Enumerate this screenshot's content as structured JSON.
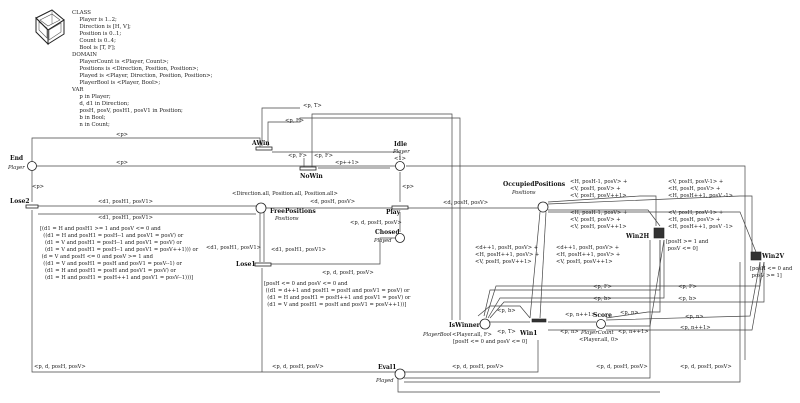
{
  "declarations": [
    "CLASS",
    "  Player is 1..2;",
    "  Direction is [H, V];",
    "  Position is 0..1;",
    "  Count is 0..4;",
    "  Bool is [T, F];",
    "DOMAIN",
    "  PlayerCount is <Player, Count>;",
    "  Positions is <Direction, Position, Position>;",
    "  Played is <Player, Direction, Position, Position>;",
    "  PlayerBool is <Player, Bool>;",
    "VAR",
    "  p in Player;",
    "  d, d1 in Direction;",
    "  posH, posV, posH1, posV1 in Position;",
    "  b in Bool;",
    "  n in Count;"
  ],
  "places": {
    "end": {
      "name": "End",
      "domain": "Player"
    },
    "idle": {
      "name": "Idle",
      "domain": "Player",
      "marking": "<1>"
    },
    "free": {
      "name": "FreePositions",
      "domain": "Positions",
      "marking": "<Direction.all, Position.all, Position.all>"
    },
    "chosed": {
      "name": "Chosed",
      "domain": "Played"
    },
    "occupied": {
      "name": "OccupiedPositions",
      "domain": "Positions"
    },
    "iswinner": {
      "name": "IsWinner",
      "domain": "PlayerBool",
      "marking": "<Player.all, F>"
    },
    "score": {
      "name": "Score",
      "domain": "PlayerCount",
      "marking": "<Player.all, 0>"
    },
    "eval": {
      "name": "Eval1",
      "domain": "Played"
    }
  },
  "transitions": {
    "awin": "AWin",
    "nowin": "NoWin",
    "lose2": "Lose2",
    "play": "Play",
    "lose1": "Lose1",
    "win1": "Win1",
    "win2h": "Win2H",
    "win2v": "Win2V"
  },
  "arc_labels": {
    "p1": "<p>",
    "pT": "<p, T>",
    "pF": "<p, F>",
    "pF2": "<p, F>",
    "pF3": "<p, F>",
    "pp1": "<p++1>",
    "p_end_nowin": "<p>",
    "p_end": "<p>",
    "p_idle_play": "<p>",
    "d1posH1posV1_a": "<d1, posH1, posV1>",
    "d1posH1posV1_b": "<d1, posH1, posV1>",
    "dposHposV_play": "<d, posH, posV>",
    "pdposHposV_play": "<p, d, posH, posV>",
    "d1posH1posV1_c": "<d1, posH1, posV1>",
    "d1posH1posV1_d": "<d1, posH1, posV1>",
    "pdposHposV_lose": "<p, d, posH, posV>",
    "occ_win2h_a": "<H, posH-1, posV> +",
    "occ_win2h_b": "<V, posH, posV> +",
    "occ_win2h_c": "<V, posH, posV++1>",
    "occ_win2v_a": "<V, posH, posV-1> +",
    "occ_win2v_b": "<H, posH, posV> +",
    "occ_win2v_c": "<H, posH++1, posV -1>",
    "occ_win2h2_a": "<H, posH-1, posV> +",
    "occ_win2h2_b": "<V, posH, posV> +",
    "occ_win2h2_c": "<V, posH, posV++1>",
    "occ_win2v2_a": "<V, posH, posV-1> +",
    "occ_win2v2_b": "<H, posH, posV> +",
    "occ_win2v2_c": "<H, posH++1, posV -1>",
    "occ_win1_a": "<d++1, posH, posV> +",
    "occ_win1_b": "<H, posH++1, posV> +",
    "occ_win1_c": "<V, posH, posV++1>",
    "occ_win1b_a": "<d++1, posH, posV> +",
    "occ_win1b_b": "<H, posH++1, posV> +",
    "occ_win1b_c": "<V, posH, posV++1>",
    "dposHposV_occ": "<d, posH, posV>",
    "pF_win2h": "<p, F>",
    "pb_win2h": "<p, b>",
    "pF_win2v": "<p, F>",
    "pb_win2v": "<p, b>",
    "pb_win1": "<p, b>",
    "pT_win1": "<p, T>",
    "pn1": "<p, n++1>",
    "pn": "<p, n>",
    "pn_a": "<p, n>",
    "pn1_a": "<p, n++1>",
    "pn_b": "<p, n>",
    "pn1_b": "<p, n++1>",
    "pdposHposV_eval_l": "<p, d, posH, posV>",
    "pdposHposV_eval_r": "<p, d, posH, posV>",
    "pdposHposV_eval_r2": "<p, d, posH, posV>",
    "pdposHposV_eval_r3": "<p, d, posH, posV>"
  },
  "guards": {
    "lose2": [
      "[(d1 = H and posH1 >= 1 and posV <= 0 and",
      "  ((d1 = H and posH1 = posH--1 and posV1 = posV) or",
      "   (d1 = V and posH1 = posH--1 and posV1 = posV) or",
      "   (d1 = V and posH1 = posH--1 and posV1 = posV++1))) or",
      " (d = V and posH <= 0 and posV >= 1 and",
      "  ((d1 = V and posH1 = posH and posV1 = posV--1) or",
      "   (d1 = H and posH1 = posH and posV1 = posV) or",
      "   (d1 = H and posH1 = posH++1 and posV1 = posV--1)))]"
    ],
    "lose1": [
      "[posH <= 0 and posV <= 0 and",
      " ((d1 = d++1 and posH1 = posH and posV1 = posV) or",
      "  (d1 = H and posH1 = posH++1 and posV1 = posV) or",
      "  (d1 = V and posH1 = posH and posV1 = posV++1))]"
    ],
    "win1": "[posH <= 0 and posV <= 0]",
    "win2h": [
      "[posH >= 1 and",
      " posV <= 0]"
    ],
    "win2v": [
      "[posH <= 0 and",
      " posV >= 1]"
    ]
  }
}
